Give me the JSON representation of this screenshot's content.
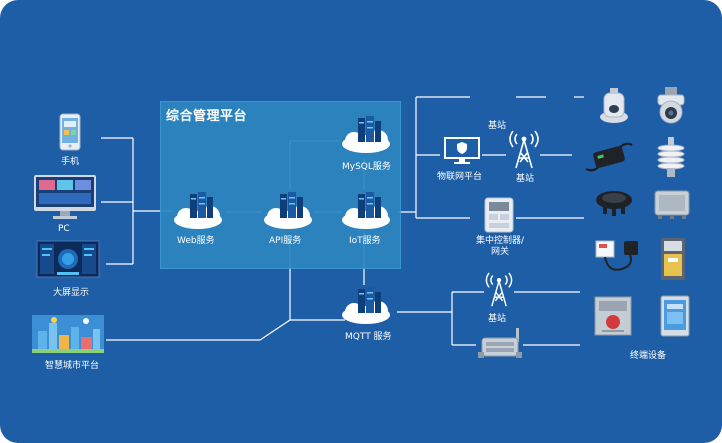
{
  "panel": {
    "title": "综合管理平台"
  },
  "clients": {
    "phone": "手机",
    "pc": "PC",
    "bigscreen": "大屏显示",
    "smartcity": "智慧城市平台"
  },
  "services": {
    "web": "Web服务",
    "api": "API服务",
    "mysql": "MySQL服务",
    "iot": "IoT服务",
    "mqtt": "MQTT 服务"
  },
  "network": {
    "iot_platform": "物联网平台",
    "base_station_top": "基站",
    "base_station_mid": "基站",
    "controller": "集中控制器/\n网关",
    "base_station_bottom": "基站",
    "terminal": "终端设备"
  },
  "colors": {
    "background": "#1d5ea6",
    "panel": "#2d86c0",
    "line": "#ffffff"
  }
}
